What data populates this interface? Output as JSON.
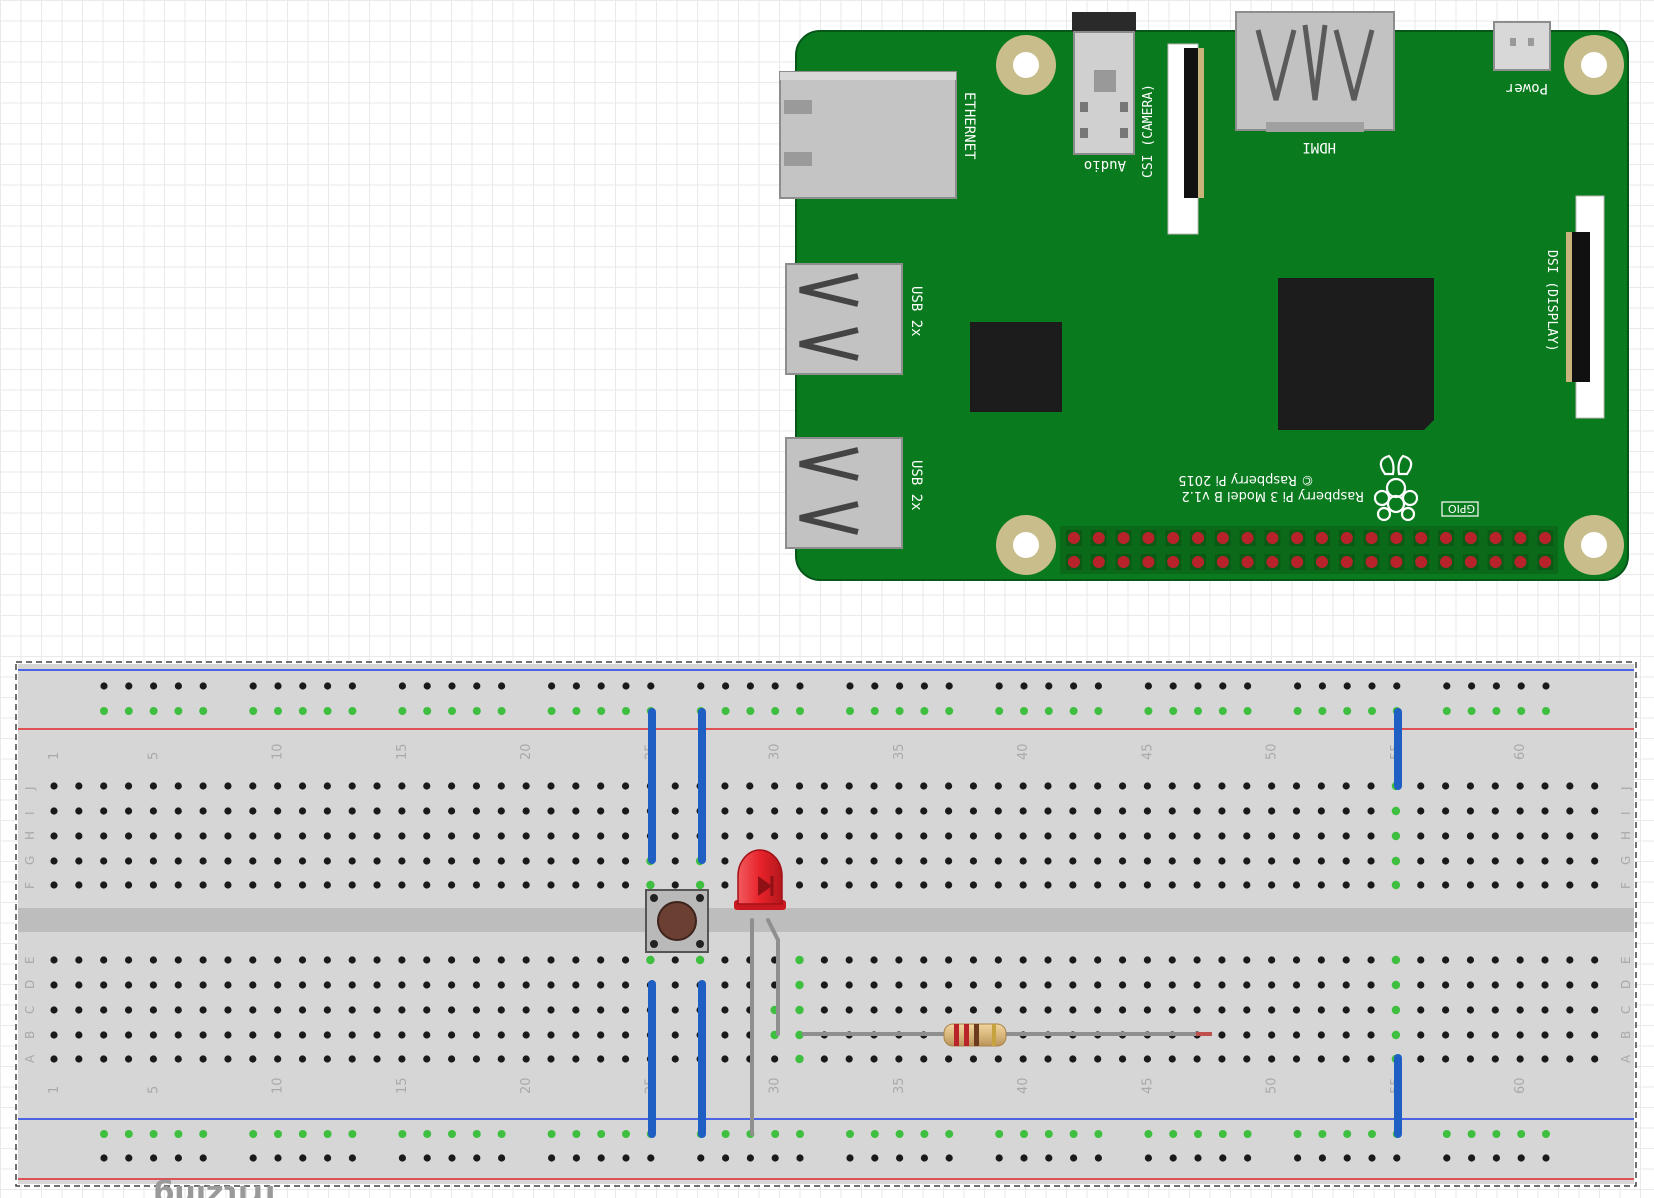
{
  "raspberry_pi": {
    "ethernet_label": "ETHERNET",
    "audio_label": "Audio",
    "csi_label": "CSI (CAMERA)",
    "hdmi_label": "HDMI",
    "power_label": "Power",
    "usb_label_1": "USB 2x",
    "usb_label_2": "USB 2x",
    "dsi_label": "DSI (DISPLAY)",
    "model_label": "Raspberry Pi 3 Model B v1.2",
    "copyright_label": "© Raspberry Pi 2015",
    "gpio_label": "GPIO",
    "gpio_pin_count": 40,
    "board_color": "#0a7a1e",
    "header_pin_color": "#b8232a"
  },
  "breadboard": {
    "columns": 63,
    "column_numbers": [
      "1",
      "5",
      "10",
      "15",
      "20",
      "25",
      "30",
      "35",
      "40",
      "45",
      "50",
      "55",
      "60"
    ],
    "top_row_letters": [
      "J",
      "I",
      "H",
      "G",
      "F"
    ],
    "bottom_row_letters": [
      "E",
      "D",
      "C",
      "B",
      "A"
    ],
    "brand_text": "fritzing",
    "rail_power_color": "#e0262b",
    "rail_ground_color": "#1f3de8",
    "connected_hole_color": "#3fbf3f"
  },
  "components": {
    "led_color": "#e8232a",
    "button_cap_color": "#6b3f32",
    "resistor_body_color": "#d9b77d",
    "wire_color": "#1f5fc4"
  }
}
